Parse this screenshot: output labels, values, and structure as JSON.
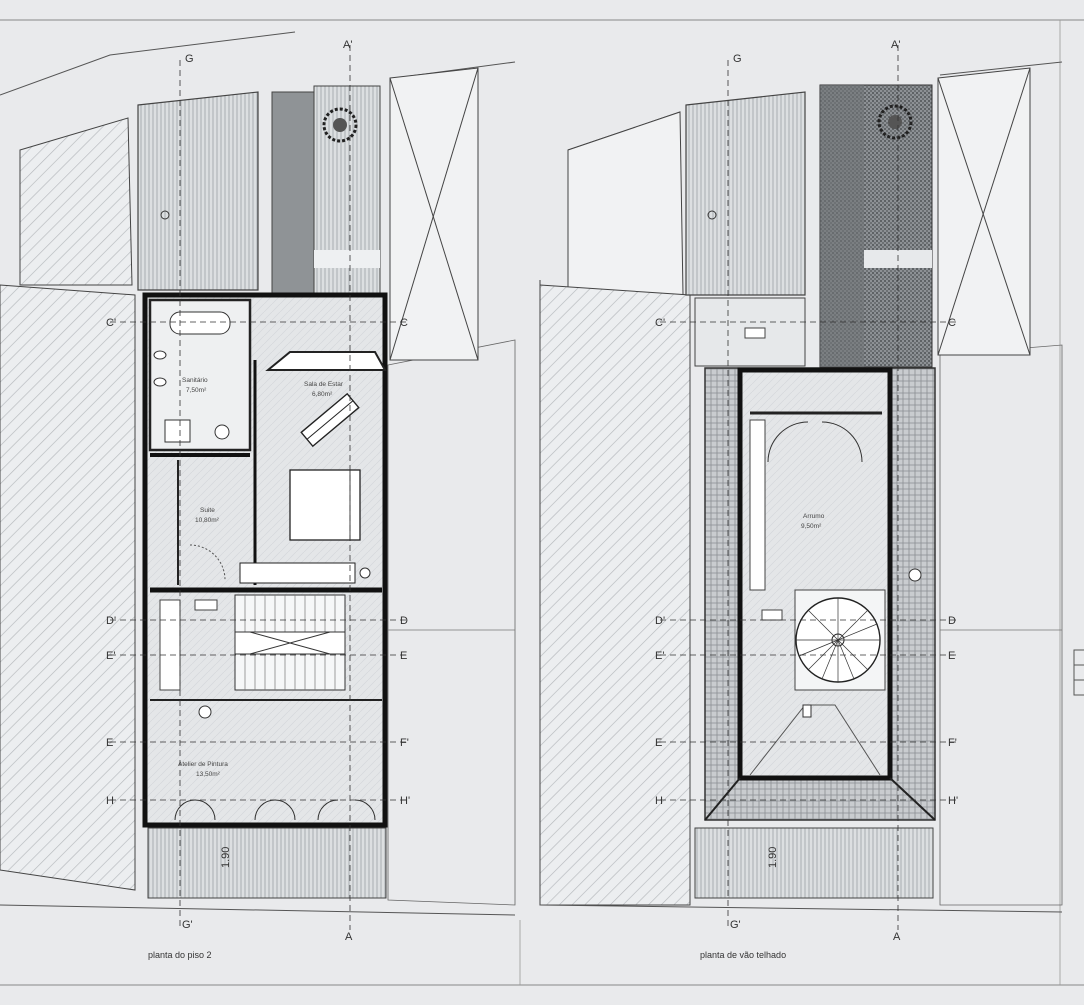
{
  "sheets": [
    {
      "caption": "planta do piso 2",
      "rooms": [
        {
          "name": "Sanitário",
          "area": "7,50m²"
        },
        {
          "name": "Suite",
          "area": "10,80m²"
        },
        {
          "name": "Sala de Estar",
          "area": "6,80m²"
        },
        {
          "name": "Atelier de Pintura",
          "area": "13,50m²"
        }
      ],
      "dimension": "1.90"
    },
    {
      "caption": "planta de vão telhado",
      "rooms": [
        {
          "name": "Arrumo",
          "area": "9,50m²"
        }
      ],
      "dimension": "1.90"
    }
  ],
  "axes": {
    "top": [
      "G",
      "A'"
    ],
    "bottom": [
      "G'",
      "A"
    ],
    "left": [
      "C'",
      "D'",
      "E'",
      "E",
      "H"
    ],
    "right": [
      "C",
      "D",
      "E",
      "F'",
      "H'"
    ]
  }
}
